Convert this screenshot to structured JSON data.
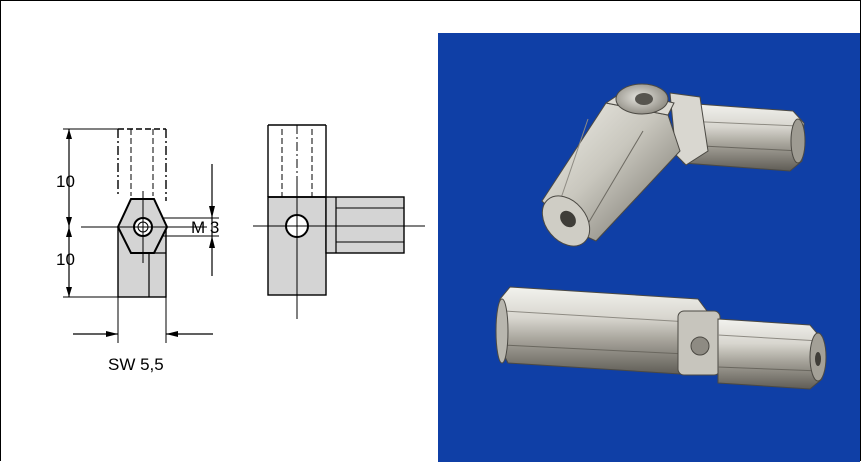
{
  "drawing": {
    "dimensions": {
      "height_top": "10",
      "height_bottom": "10",
      "thread": "M 3",
      "wrench_size": "SW 5,5"
    }
  },
  "photo": {
    "background": "#0f3fa6",
    "metal_light": "#e6e6e2",
    "metal_mid": "#b4b2aa",
    "metal_dark": "#6f6c64"
  }
}
